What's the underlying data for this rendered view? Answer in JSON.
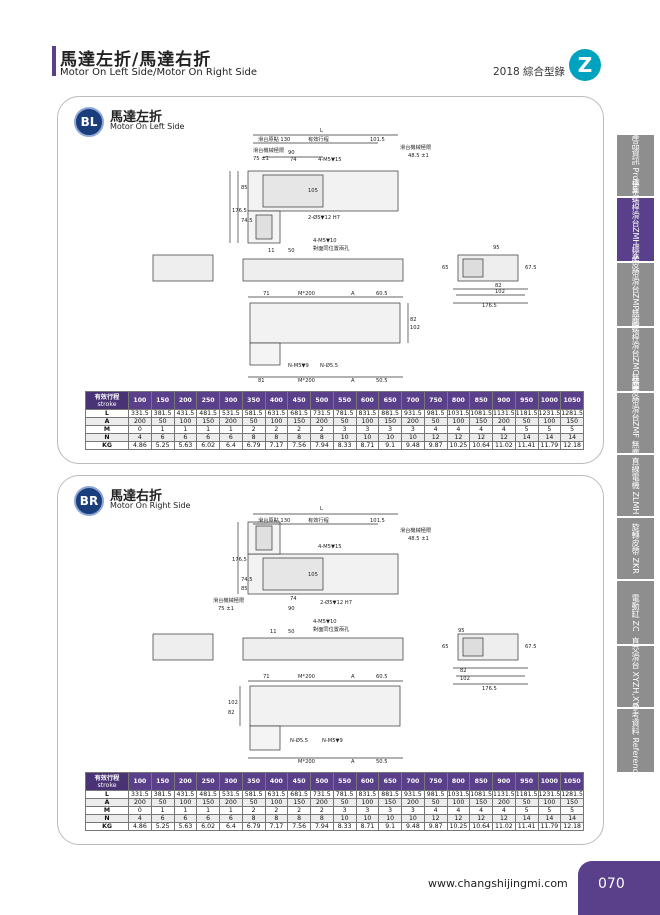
{
  "header": {
    "title": "馬達左折/馬達右折",
    "subtitle": "Motor On Left Side/Motor On Right Side",
    "catalog": "2018 綜合型錄"
  },
  "side_tabs": [
    {
      "label": "產品資訊 Product",
      "active": false
    },
    {
      "label": "標準螺桿滑台ZMH 一般標準",
      "active": true
    },
    {
      "label": "標準皮帶滑台ZMP 一般標準",
      "active": false
    },
    {
      "label": "無塵螺桿滑台ZMC 無塵標準",
      "active": false
    },
    {
      "label": "無塵皮帶滑台ZMF 無塵標準",
      "active": false
    },
    {
      "label": "直線電機 ZLMH",
      "active": false
    },
    {
      "label": "旋轉皮帶 ZKR",
      "active": false
    },
    {
      "label": "電動缸 ZC",
      "active": false
    },
    {
      "label": "直交滑台 XYZH,XYZP",
      "active": false
    },
    {
      "label": "參考資料 Reference",
      "active": false
    }
  ],
  "sections": [
    {
      "code": "BL",
      "title": "馬達左折",
      "subtitle": "Motor On Left Side",
      "labels": [
        "滑台原點 130",
        "有效行程",
        "101.5",
        "L",
        "90",
        "74",
        "4-M5▼15",
        "滑台機械極限",
        "75 ±1",
        "48.5 ±1",
        "105",
        "85",
        "176.5",
        "74.5",
        "2-Ø5▼12 H7",
        "4-M5▼10",
        "對面同位置兩孔",
        "11",
        "50",
        "95",
        "82",
        "102",
        "176.5",
        "65",
        "67.5",
        "71",
        "M*200",
        "A",
        "60.5",
        "82",
        "102",
        "N-M5▼9",
        "N-Ø5.5",
        "81",
        "M*200",
        "A",
        "50.5"
      ]
    },
    {
      "code": "BR",
      "title": "馬達右折",
      "subtitle": "Motor On Right Side",
      "labels": [
        "L",
        "滑台原點 130",
        "有效行程",
        "101.5",
        "4-M5▼15",
        "滑台機械極限",
        "48.5 ±1",
        "176.5",
        "105",
        "74.5",
        "74",
        "85",
        "滑台機械極限",
        "75 ±1",
        "90",
        "2-Ø5▼12 H7",
        "4-M5▼10",
        "對面同位置兩孔",
        "11",
        "50",
        "95",
        "82",
        "102",
        "176.5",
        "65",
        "67.5",
        "71",
        "M*200",
        "A",
        "60.5",
        "102",
        "82",
        "N-Ø5.5",
        "N-M5▼9",
        "M*200",
        "A",
        "50.5"
      ]
    }
  ],
  "table": {
    "header_label": "有效行程",
    "header_sub": "stroke",
    "strokes": [
      "100",
      "150",
      "200",
      "250",
      "300",
      "350",
      "400",
      "450",
      "500",
      "550",
      "600",
      "650",
      "700",
      "750",
      "800",
      "850",
      "900",
      "950",
      "1000",
      "1050"
    ],
    "rows": [
      {
        "label": "L",
        "values": [
          "331.5",
          "381.5",
          "431.5",
          "481.5",
          "531.5",
          "581.5",
          "631.5",
          "681.5",
          "731.5",
          "781.5",
          "831.5",
          "881.5",
          "931.5",
          "981.5",
          "1031.5",
          "1081.5",
          "1131.5",
          "1181.5",
          "1231.5",
          "1281.5"
        ]
      },
      {
        "label": "A",
        "values": [
          "200",
          "50",
          "100",
          "150",
          "200",
          "50",
          "100",
          "150",
          "200",
          "50",
          "100",
          "150",
          "200",
          "50",
          "100",
          "150",
          "200",
          "50",
          "100",
          "150"
        ]
      },
      {
        "label": "M",
        "values": [
          "0",
          "1",
          "1",
          "1",
          "1",
          "2",
          "2",
          "2",
          "2",
          "3",
          "3",
          "3",
          "3",
          "4",
          "4",
          "4",
          "4",
          "5",
          "5",
          "5"
        ]
      },
      {
        "label": "N",
        "values": [
          "4",
          "6",
          "6",
          "6",
          "6",
          "8",
          "8",
          "8",
          "8",
          "10",
          "10",
          "10",
          "10",
          "12",
          "12",
          "12",
          "12",
          "14",
          "14",
          "14"
        ]
      },
      {
        "label": "KG",
        "values": [
          "4.86",
          "5.25",
          "5.63",
          "6.02",
          "6.4",
          "6.79",
          "7.17",
          "7.56",
          "7.94",
          "8.33",
          "8.71",
          "9.1",
          "9.48",
          "9.87",
          "10.25",
          "10.64",
          "11.02",
          "11.41",
          "11.79",
          "12.18"
        ]
      }
    ]
  },
  "footer": {
    "url": "www.changshijingmi.com",
    "page": "070"
  },
  "colors": {
    "accent": "#5a3f8a",
    "badge": "#1a3d7c",
    "tab_gray": "#8e8e8e",
    "logo": "#00a3bf"
  }
}
